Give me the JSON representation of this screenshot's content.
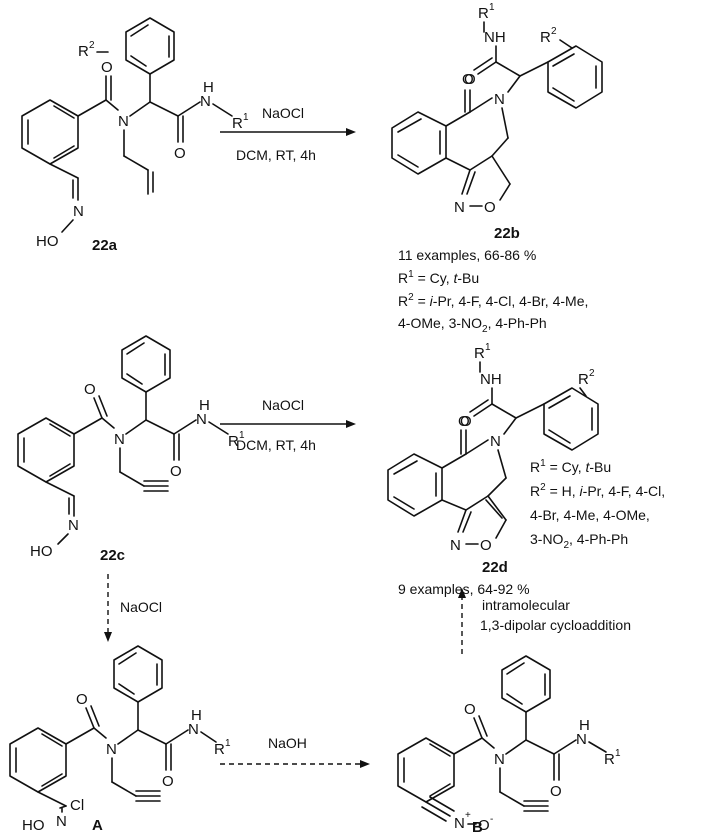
{
  "reaction1": {
    "reagent": "NaOCl",
    "conditions": "DCM, RT, 4h",
    "start_label": "22a",
    "product_label": "22b",
    "scope_line1": "11 examples, 66-86 %",
    "r1_prefix": "R",
    "r1_sup": "1",
    "r1_values_plain": " = Cy, ",
    "r1_values_italic": "t",
    "r1_values_tail": "-Bu",
    "r2_prefix": "R",
    "r2_sup": "2",
    "r2_eq": " = ",
    "r2_italic": "i",
    "r2_tail": "-Pr, 4-F, 4-Cl, 4-Br, 4-Me,",
    "r2_line2_a": "4-OMe, 3-NO",
    "r2_line2_sub": "2",
    "r2_line2_b": ", 4-Ph-Ph"
  },
  "reaction2": {
    "reagent": "NaOCl",
    "conditions": "DCM, RT, 4h",
    "start_label": "22c",
    "product_label": "22d",
    "r1_prefix": "R",
    "r1_sup": "1",
    "r1_values_plain": " = Cy, ",
    "r1_values_italic": "t",
    "r1_values_tail": "-Bu",
    "r2_prefix": "R",
    "r2_sup": "2",
    "r2_eq": " = H, ",
    "r2_italic": "i",
    "r2_tail": "-Pr, 4-F, 4-Cl,",
    "r2_line2": "4-Br, 4-Me, 4-OMe,",
    "r2_line3_a": "3-NO",
    "r2_line3_sub": "2",
    "r2_line3_b": ", 4-Ph-Ph",
    "scope": "9 examples, 64-92 %"
  },
  "mechanism": {
    "step1_reagent": "NaOCl",
    "step2_reagent": "NaOH",
    "step3_line1": "intramolecular",
    "step3_line2": "1,3-dipolar cycloaddition",
    "intermediate_a_label": "A",
    "intermediate_b_label": "B"
  },
  "atoms": {
    "O": "O",
    "N": "N",
    "NH": "NH",
    "H": "H",
    "HO": "HO",
    "Cl": "Cl",
    "R": "R",
    "sup1": "1",
    "sup2": "2",
    "plus": "+",
    "minus": "-",
    "iso_N_O": "N",
    "iso_O": "O"
  }
}
